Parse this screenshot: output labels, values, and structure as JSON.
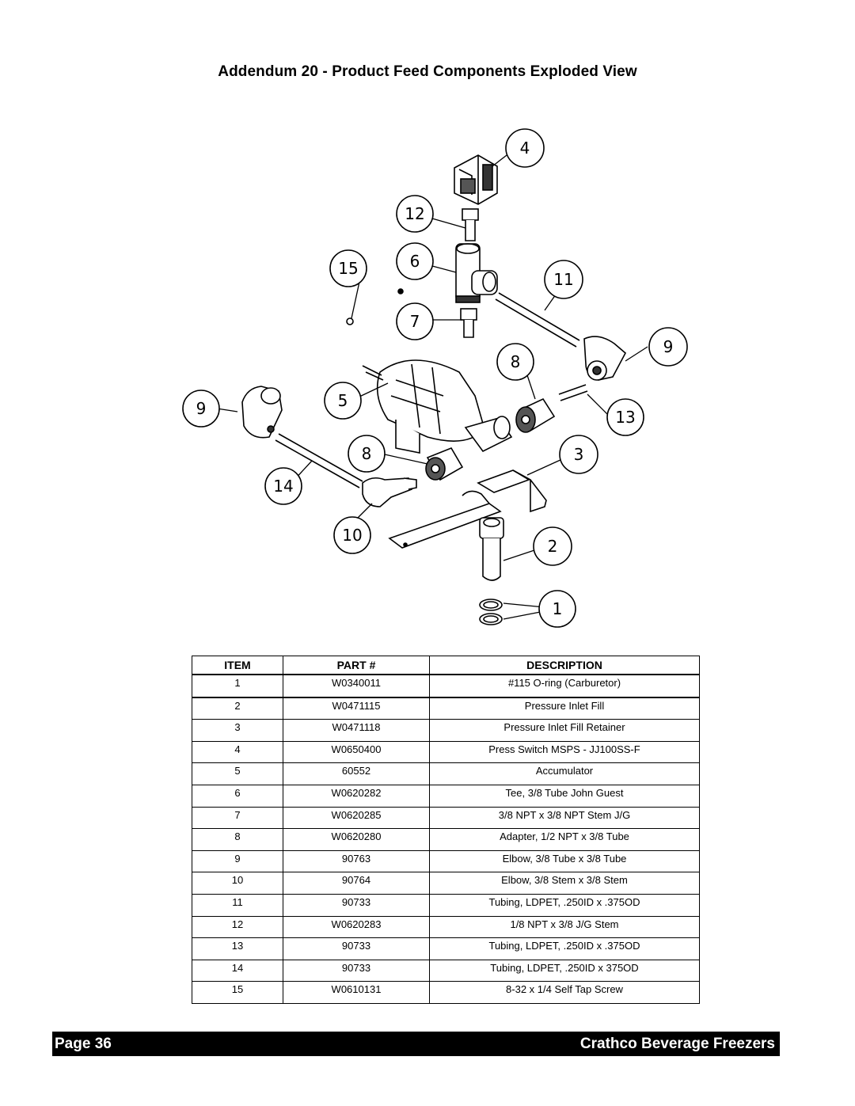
{
  "title": "Addendum 20 - Product Feed Components Exploded View",
  "diagram": {
    "callouts": [
      "4",
      "12",
      "6",
      "15",
      "11",
      "7",
      "9",
      "8",
      "9",
      "5",
      "13",
      "8",
      "3",
      "14",
      "10",
      "2",
      "1"
    ]
  },
  "table": {
    "headers": [
      "ITEM",
      "PART #",
      "DESCRIPTION"
    ],
    "rows": [
      {
        "item": "1",
        "part": "W0340011",
        "description": "#115 O-ring (Carburetor)"
      },
      {
        "item": "2",
        "part": "W0471115",
        "description": "Pressure Inlet Fill"
      },
      {
        "item": "3",
        "part": "W0471118",
        "description": "Pressure Inlet Fill Retainer"
      },
      {
        "item": "4",
        "part": "W0650400",
        "description": "Press Switch MSPS - JJ100SS-F"
      },
      {
        "item": "5",
        "part": "60552",
        "description": "Accumulator"
      },
      {
        "item": "6",
        "part": "W0620282",
        "description": "Tee, 3/8 Tube John Guest"
      },
      {
        "item": "7",
        "part": "W0620285",
        "description": "3/8 NPT x 3/8 NPT Stem J/G"
      },
      {
        "item": "8",
        "part": "W0620280",
        "description": "Adapter, 1/2 NPT x 3/8 Tube"
      },
      {
        "item": "9",
        "part": "90763",
        "description": "Elbow, 3/8 Tube x 3/8 Tube"
      },
      {
        "item": "10",
        "part": "90764",
        "description": "Elbow, 3/8 Stem x 3/8 Stem"
      },
      {
        "item": "11",
        "part": "90733",
        "description": "Tubing, LDPET, .250ID x .375OD"
      },
      {
        "item": "12",
        "part": "W0620283",
        "description": "1/8 NPT x 3/8 J/G Stem"
      },
      {
        "item": "13",
        "part": "90733",
        "description": "Tubing, LDPET, .250ID x .375OD"
      },
      {
        "item": "14",
        "part": "90733",
        "description": "Tubing, LDPET, .250ID x 375OD"
      },
      {
        "item": "15",
        "part": "W0610131",
        "description": "8-32 x 1/4 Self Tap Screw"
      }
    ]
  },
  "footer": {
    "page": "Page 36",
    "brand": "Crathco Beverage Freezers"
  }
}
